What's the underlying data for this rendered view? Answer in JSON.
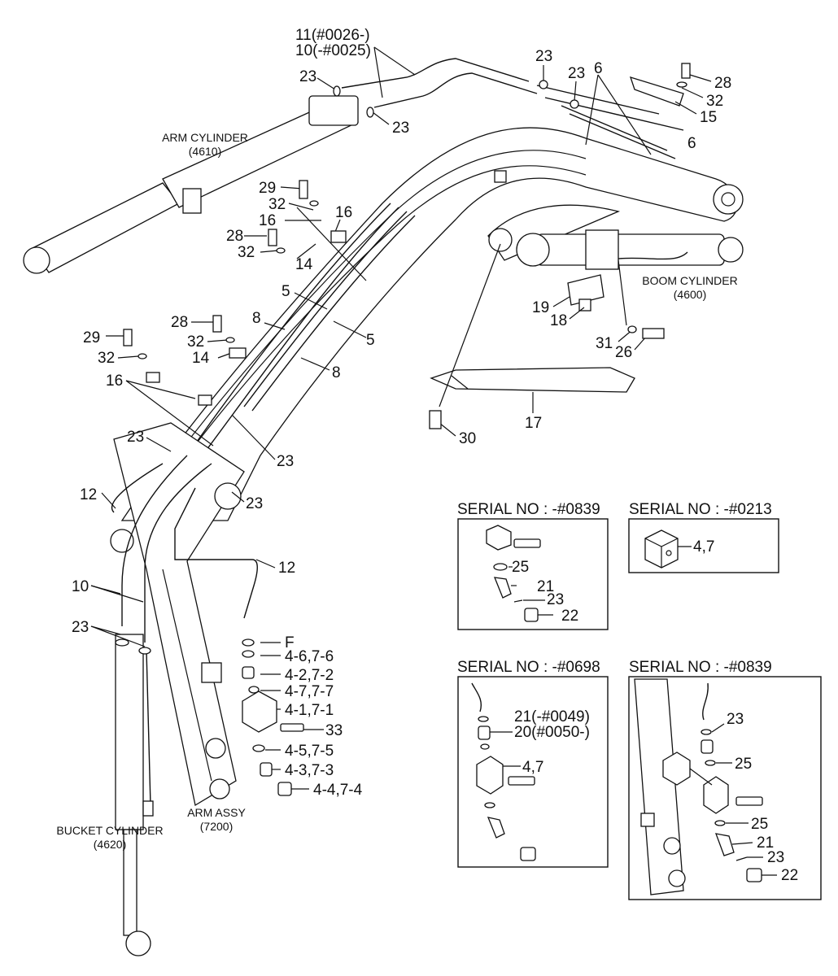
{
  "callouts": {
    "c11": "11(#0026-)",
    "c10a": "10(-#0025)",
    "c23a": "23",
    "c23b": "23",
    "c23c": "23",
    "c23d": "23",
    "c6a": "6",
    "c6b": "6",
    "c28a": "28",
    "c32a": "32",
    "c15": "15",
    "c29a": "29",
    "c32b": "32",
    "c16a": "16",
    "c16b": "16",
    "c28b": "28",
    "c32c": "32",
    "c14a": "14",
    "c5a": "5",
    "c5b": "5",
    "c8a": "8",
    "c8b": "8",
    "c28c": "28",
    "c29b": "29",
    "c32d": "32",
    "c14b": "14",
    "c32e": "32",
    "c16c": "16",
    "c23e": "23",
    "c23f": "23",
    "c23g": "23",
    "c12a": "12",
    "c12b": "12",
    "c10b": "10",
    "c23h": "23",
    "cF": "F",
    "c46": "4-6,7-6",
    "c42": "4-2,7-2",
    "c47": "4-7,7-7",
    "c41": "4-1,7-1",
    "c33": "33",
    "c45": "4-5,7-5",
    "c43": "4-3,7-3",
    "c44": "4-4,7-4",
    "c19": "19",
    "c18": "18",
    "c31": "31",
    "c26": "26",
    "c17": "17",
    "c30": "30"
  },
  "components": {
    "arm_cylinder": "ARM CYLINDER",
    "arm_cylinder_code": "(4610)",
    "boom_cylinder": "BOOM CYLINDER",
    "boom_cylinder_code": "(4600)",
    "bucket_cylinder": "BUCKET CYLINDER",
    "bucket_cylinder_code": "(4620)",
    "arm_assy": "ARM ASSY",
    "arm_assy_code": "(7200)"
  },
  "insets": {
    "a": {
      "title": "SERIAL NO : -#0839",
      "labels": [
        "25",
        "21",
        "23",
        "22"
      ]
    },
    "b": {
      "title": "SERIAL NO : -#0213",
      "labels": [
        "4,7"
      ]
    },
    "c": {
      "title": "SERIAL NO : -#0698",
      "labels": [
        "21(-#0049)",
        "20(#0050-)",
        "4,7"
      ]
    },
    "d": {
      "title": "SERIAL NO : -#0839",
      "labels": [
        "23",
        "25",
        "25",
        "21",
        "23",
        "22"
      ]
    }
  }
}
